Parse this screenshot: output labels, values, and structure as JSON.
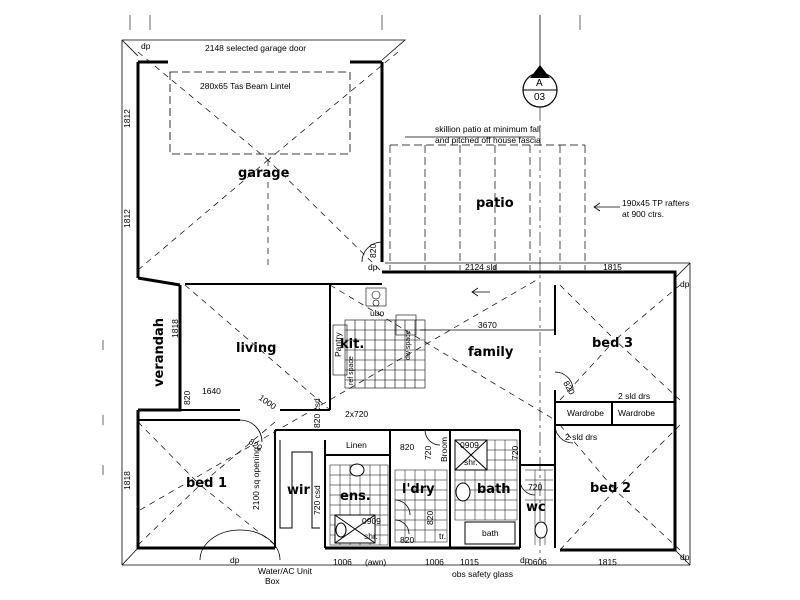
{
  "rooms": {
    "garage": "garage",
    "patio": "patio",
    "living": "living",
    "kitchen": "kit.",
    "family": "family",
    "bed3": "bed 3",
    "verandah": "verandah",
    "bed1": "bed 1",
    "wir": "wir",
    "ens": "ens.",
    "laundry": "l'dry",
    "bath": "bath",
    "wc": "wc",
    "bed2": "bed 2"
  },
  "labels": {
    "garage_door": "2148 selected garage door",
    "lintel": "280x65 Tas Beam Lintel",
    "patio_note_1": "skillion patio at minimum fall",
    "patio_note_2": "and pitched off house fascia",
    "rafters_1": "190x45 TP rafters",
    "rafters_2": "at 900 ctrs.",
    "section_letter": "A",
    "section_number": "03",
    "pantry": "Pantry",
    "linen": "Linen",
    "wardrobe_1": "Wardrobe",
    "wardrobe_2": "Wardrobe",
    "broom": "Broom",
    "shr_1": "shr.",
    "shr_2": "shr.",
    "bath_fixture": "bath",
    "tr": "tr.",
    "ubo": "ubo",
    "sld_drs_1": "2 sld drs",
    "sld_drs_2": "2 sld drs",
    "sliding_1": "2100 sq opening",
    "dp_1": "dp",
    "dp_2": "dp",
    "dp_3": "dp",
    "dp_4": "dp",
    "dp_5": "dp",
    "dp_6": "dp",
    "water_ac": "Water/AC Unit",
    "box": "Box",
    "safety_glass": "obs safety glass",
    "refr": "ref space",
    "dw": "dw space"
  },
  "dimensions": {
    "d_1812_a": "1812",
    "d_1812_b": "1812",
    "d_820_garage": "820",
    "d_2124": "2124 sld",
    "d_1815_top": "1815",
    "d_3670": "3670",
    "d_1818_ver": "1818",
    "d_1640": "1640",
    "d_1000": "1000",
    "d_820_a": "820",
    "d_820_b": "820",
    "d_820_csd": "820 csd",
    "d_2x720": "2x720",
    "d_820_c": "820",
    "d_720_a": "720",
    "d_0909": "0909",
    "d_720_b": "720",
    "d_720_c": "720",
    "d_1818_bed1": "1818",
    "d_820_d": "820",
    "d_720_csd": "720 csd",
    "d_0909_b": "0909",
    "d_820_e": "820",
    "d_820_bed3": "820",
    "d_1006_a": "1006",
    "d_awn": "(awn)",
    "d_1006_b": "1006",
    "d_1015": "1015",
    "d_0606": "0606",
    "d_1815_bot": "1815"
  }
}
